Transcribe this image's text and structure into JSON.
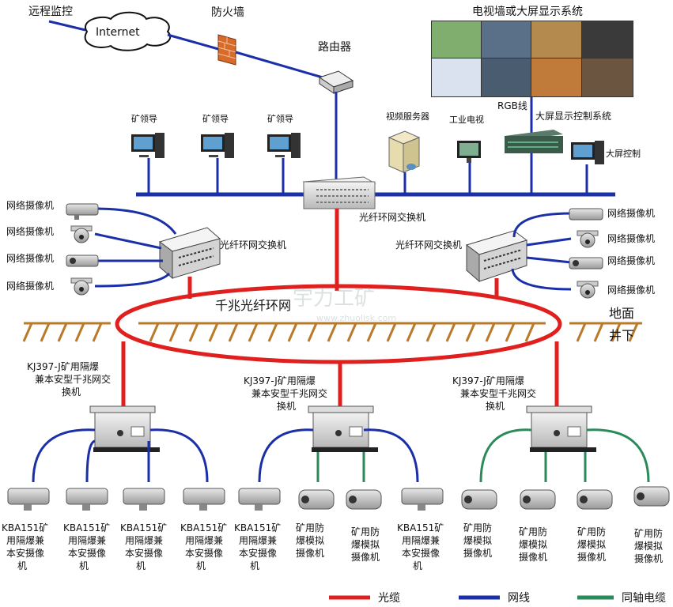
{
  "title": "电视墙或大屏显示系统",
  "remote": "远程监控",
  "internet": "Internet",
  "firewall": "防火墙",
  "router": "路由器",
  "leaders": [
    "矿领导",
    "矿领导",
    "矿领导"
  ],
  "video_server": "视频服务器",
  "industrial_tv": "工业电视",
  "rgb": "RGB线",
  "screen_ctrl_sys": "大屏显示控制系统",
  "screen_ctrl": "大屏控制",
  "main_switch": "光纤环网交换机",
  "left_switch": "光纤环网交换机",
  "right_switch": "光纤环网交换机",
  "net_cam": "网络摄像机",
  "ring": "千兆光纤环网",
  "ground": "地面",
  "underground": "井下",
  "watermark": "宇力工矿",
  "watermark_url": "www.zhuolisk.com",
  "ug_switch": [
    "KJ397-J矿用隔爆",
    "兼本安型千兆网交",
    "换机"
  ],
  "kba_cam": [
    "KBA151矿",
    "用隔爆兼",
    "本安摄像",
    "机"
  ],
  "analog_cam": [
    "矿用防",
    "爆模拟",
    "摄像机"
  ],
  "legend": [
    {
      "label": "光缆",
      "color": "#e0201e"
    },
    {
      "label": "网线",
      "color": "#1a2fa8"
    },
    {
      "label": "同轴电缆",
      "color": "#2a8a5a"
    }
  ]
}
